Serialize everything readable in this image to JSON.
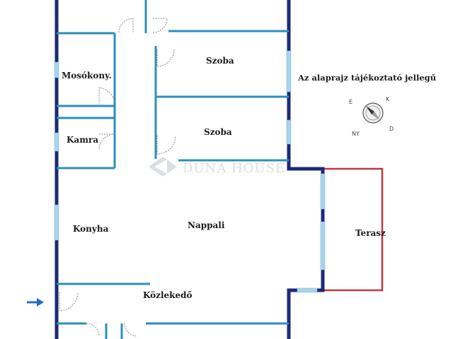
{
  "plan": {
    "rooms": {
      "szoba_1": "Szoba",
      "szoba_2": "Szoba",
      "mosokonyha": "Mosókony.",
      "kamra": "Kamra",
      "konyha": "Konyha",
      "nappali": "Nappali",
      "terasz": "Terasz",
      "kozlekedo": "Közlekedő"
    },
    "disclaimer": "Az alaprajz tájékoztató jellegű",
    "watermark": "DUNA HOUSE",
    "compass_letters": {
      "north": "É",
      "east": "K",
      "south": "D",
      "west": "NY"
    },
    "colors": {
      "wall_thick": "#1b2a78",
      "wall_thin": "#2a8fbd",
      "window": "#a8d4ec",
      "terrace": "#c0393b",
      "door": "#888888",
      "entrance_arrow": "#1f6fc4"
    }
  }
}
